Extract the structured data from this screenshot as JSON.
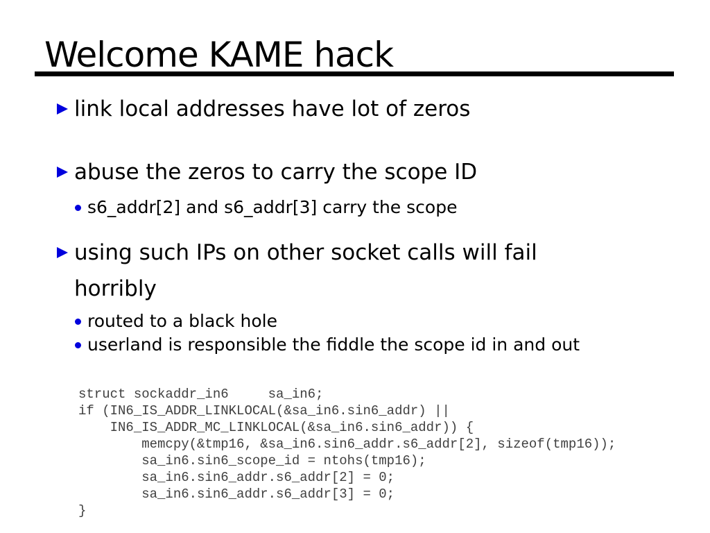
{
  "slide": {
    "title": "Welcome KAME hack",
    "colors": {
      "bullet_accent": "#0000dd",
      "title_rule": "#000000",
      "body_text": "#000000",
      "code_text": "#404040",
      "background": "#ffffff"
    },
    "bullets": {
      "b0": {
        "level": 1,
        "text": "link local addresses have lot of zeros"
      },
      "b1": {
        "level": 1,
        "text": "abuse the zeros to carry the scope ID"
      },
      "b2": {
        "level": 2,
        "text": "s6_addr[2] and s6_addr[3] carry the scope"
      },
      "b3": {
        "level": 1,
        "text": "using such IPs on other socket calls will fail horribly"
      },
      "b4": {
        "level": 2,
        "text": "routed to a black hole"
      },
      "b5": {
        "level": 2,
        "text": "userland is responsible the fiddle the scope id in and out"
      }
    },
    "code": {
      "l0": "struct sockaddr_in6     sa_in6;",
      "l1": "if (IN6_IS_ADDR_LINKLOCAL(&sa_in6.sin6_addr) ||",
      "l2": "    IN6_IS_ADDR_MC_LINKLOCAL(&sa_in6.sin6_addr)) {",
      "l3": "        memcpy(&tmp16, &sa_in6.sin6_addr.s6_addr[2], sizeof(tmp16));",
      "l4": "        sa_in6.sin6_scope_id = ntohs(tmp16);",
      "l5": "        sa_in6.sin6_addr.s6_addr[2] = 0;",
      "l6": "        sa_in6.sin6_addr.s6_addr[3] = 0;",
      "l7": "}"
    }
  }
}
